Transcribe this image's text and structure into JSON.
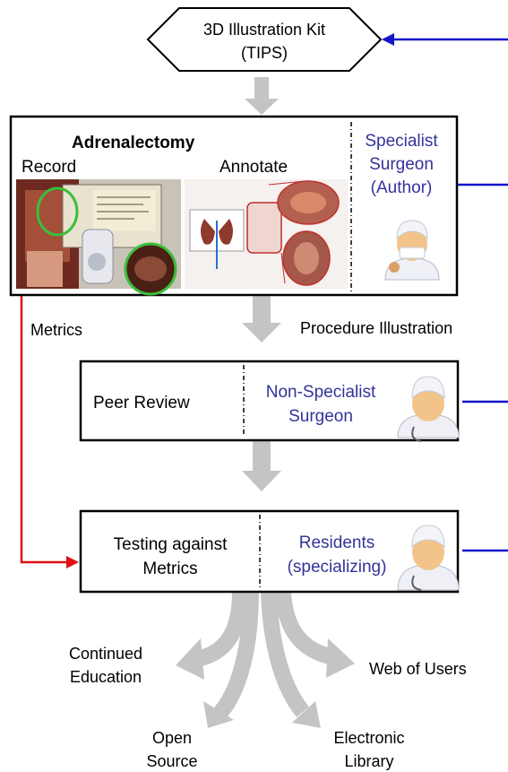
{
  "kit": {
    "line1": "3D Illustration Kit",
    "line2": "(TIPS)"
  },
  "stage1": {
    "title": "Adrenalectomy",
    "record": "Record",
    "annotate": "Annotate",
    "role": {
      "line1": "Specialist",
      "line2": "Surgeon",
      "line3": "(Author)"
    }
  },
  "labels": {
    "metrics": "Metrics",
    "procedure_illustration": "Procedure Illustration"
  },
  "stage2": {
    "label": "Peer Review",
    "role": {
      "line1": "Non-Specialist",
      "line2": "Surgeon"
    }
  },
  "stage3": {
    "label": {
      "line1": "Testing against",
      "line2": "Metrics"
    },
    "role": {
      "line1": "Residents",
      "line2": "(specializing)"
    }
  },
  "outputs": {
    "continued_education": {
      "line1": "Continued",
      "line2": "Education"
    },
    "web_of_users": "Web of Users",
    "open_source": {
      "line1": "Open",
      "line2": "Source"
    },
    "electronic_library": {
      "line1": "Electronic",
      "line2": "Library"
    }
  },
  "colors": {
    "role_text": "#33339a",
    "feedback_blue": "#1515cc",
    "metrics_red": "#e01010",
    "flow_gray": "#c4c4c4"
  }
}
